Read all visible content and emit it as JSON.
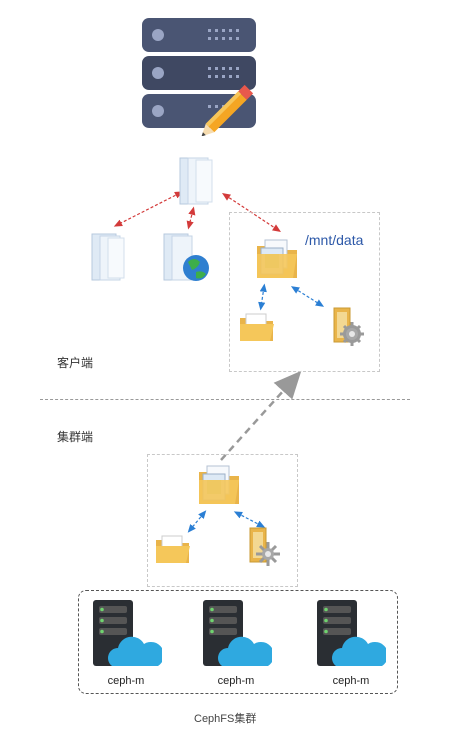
{
  "labels": {
    "client_side": "客户端",
    "cluster_side": "集群端",
    "mount_path": "/mnt/data",
    "cluster_title": "CephFS集群"
  },
  "cluster_nodes": [
    {
      "label": "ceph-m"
    },
    {
      "label": "ceph-m"
    },
    {
      "label": "ceph-m"
    }
  ],
  "colors": {
    "server_body": "#4a5573",
    "server_dots": "#9aa5c4",
    "arrow_red": "#d33a3a",
    "arrow_blue": "#2b7fd4",
    "arrow_gray": "#999999",
    "cloud": "#2fa9e0",
    "folder": "#f5c75a",
    "mount_text": "#2c58a8"
  },
  "icons": {
    "top_server": "server-stack-with-pencil-icon",
    "client_docs": "document-icon",
    "client_globe": "globe-document-icon",
    "mount_folder": "filesystem-folder-icon",
    "sub_folder": "open-folder-icon",
    "config_folder": "gear-folder-icon",
    "cluster_node": "server-cloud-icon"
  }
}
